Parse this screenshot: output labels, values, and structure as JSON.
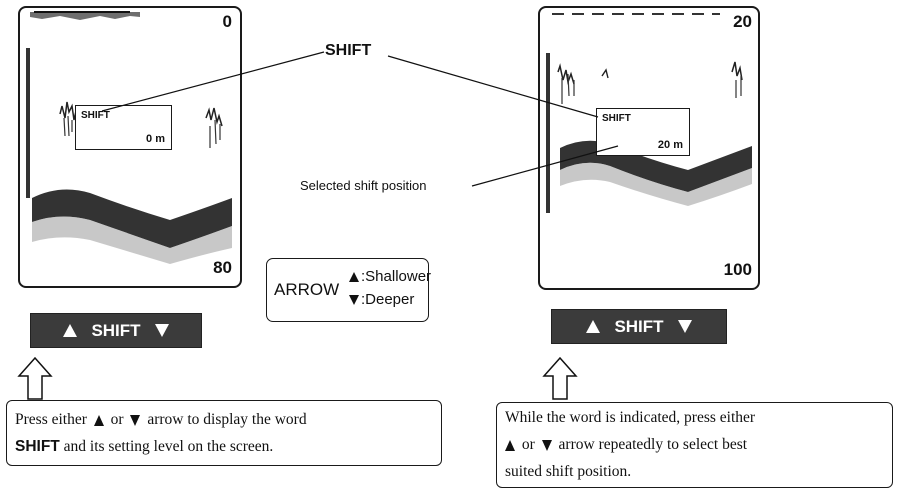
{
  "callout_label": "SHIFT",
  "selected_position_label": "Selected shift position",
  "left_screen": {
    "top_depth": "0",
    "bottom_depth": "80",
    "shift_word": "SHIFT",
    "shift_value": "0 m"
  },
  "right_screen": {
    "top_depth": "20",
    "bottom_depth": "100",
    "shift_word": "SHIFT",
    "shift_value": "20 m"
  },
  "arrow_legend": {
    "word": "ARROW",
    "up_text": ":Shallower",
    "down_text": ":Deeper"
  },
  "keys": {
    "left_label": "SHIFT",
    "right_label": "SHIFT"
  },
  "notes": {
    "left_line1_a": "Press either",
    "left_line1_b": "or",
    "left_line1_c": "arrow to display the word",
    "left_line2_bold": "SHIFT",
    "left_line2_rest": "and its setting level on the screen.",
    "right_line1": "While the word is indicated, press either",
    "right_line2_a": "or",
    "right_line2_b": "arrow repeatedly to select best",
    "right_line3": "suited shift position."
  }
}
